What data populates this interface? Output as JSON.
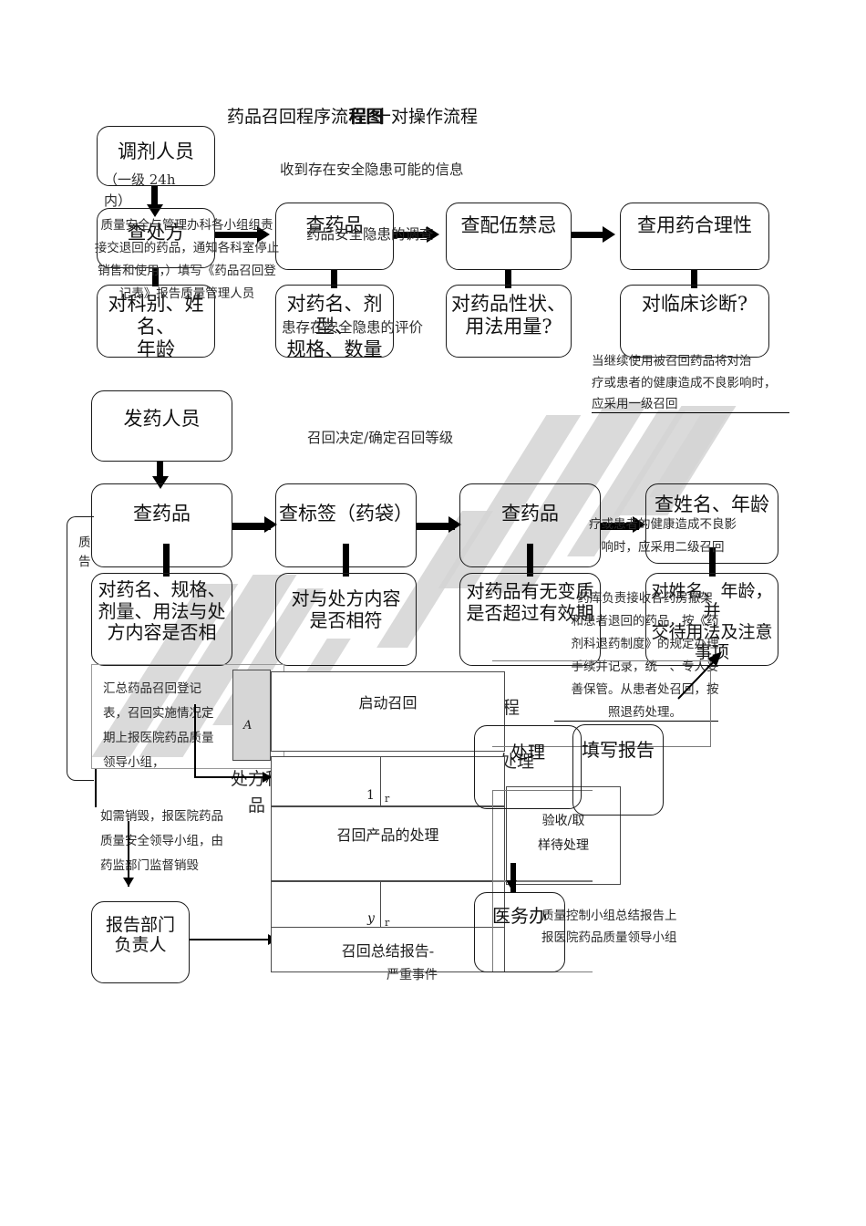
{
  "document": {
    "title_left": "药品召回程序流程图",
    "title_overlap": "程图",
    "title_right": "十对操作流程"
  },
  "watermark": {
    "color": "#d3d3d3",
    "shape": "diagonal-strokes"
  },
  "flow": {
    "row1": {
      "header_box": "调剂人员",
      "node_main": "查处方",
      "node_sub": "对科别、姓名、\n年龄",
      "nodes": [
        {
          "main": "查药品",
          "sub": "对药名、剂型、\n规格、数量"
        },
        {
          "main": "查配伍禁忌",
          "sub": "对药品性状、\n用法用量?"
        },
        {
          "main": "查用药合理性",
          "sub": "对临床诊断?"
        }
      ]
    },
    "row2": {
      "header_box": "发药人员",
      "nodes": [
        {
          "main": "查药品",
          "sub": "对药名、规格、\n剂量、用法与处\n方内容是否相"
        },
        {
          "main": "查标签（药袋）",
          "sub": "对与处方内容\n是否相符"
        },
        {
          "main": "查药品",
          "sub": "对药品有无变质\n是否超过有效期"
        },
        {
          "main": "查姓名、年龄",
          "sub": "对姓名、年龄，并\n交待用法及注意\n事项"
        }
      ]
    },
    "bottom": {
      "report_dept": "报告部门\n负责人",
      "medical_affairs": "医务办",
      "fill_report": "填写报告",
      "handle": "处理",
      "severe_event": "严重事件"
    }
  },
  "overlay_text": {
    "safety_info": "收到存在安全隐患可能的信息",
    "investigation": "药品安全隐患的调查",
    "evaluation": "患存在安全隐患的评价",
    "recall_decision": "召回决定/确定召回等级",
    "level1_note": "当继续使用被召回药品将对治\n疗或患者的健康造成不良影响时，\n应采用一级召回",
    "level2_note": "疗或患者的健康造成不良影\n响时，应采用二级召回",
    "dispense_note": "质量安全与管理办科各小组组责\n接交退回的药品，通知各科室停止\n销售和使用，）填写《药品召回登\n记表》报告质量管理人员",
    "pharmacy_note": "药库负责接收各药房撤架\n和患者退回的药品，按《药\n剂科退药制度》的规定办理\n手续并记录，统一、专人妥\n善保管。从患者处召回，按\n照退药处理。",
    "summary_note": "汇总药品召回登记\n表，召回实施情况定\n期上报医院药品质量\n领导小组，",
    "destroy_note": "如需销毁，报医院药品\n质量安全领导小组，由\n药监部门监督销毁",
    "qc_note": "质量控制小组总结报告上\n报医院药品质量领导小组",
    "left_fragment_1": "质",
    "left_fragment_2": "告",
    "level_paren": "（一级 24h\n内）",
    "prescription_frag": "处方科\n品",
    "cheng_frag": "程",
    "chu_frag": "处理",
    "drug_frag": "药品"
  },
  "table_doc": {
    "start_recall": "启动召回",
    "recall_product_handling": "召回产品的处理",
    "recall_summary_report": "召回总结报告-",
    "acceptance_sampling": "验收/取\n样待处理",
    "marker_a": "A",
    "marker_1": "1",
    "marker_r1": "r",
    "marker_y": "y",
    "marker_r2": "r"
  }
}
